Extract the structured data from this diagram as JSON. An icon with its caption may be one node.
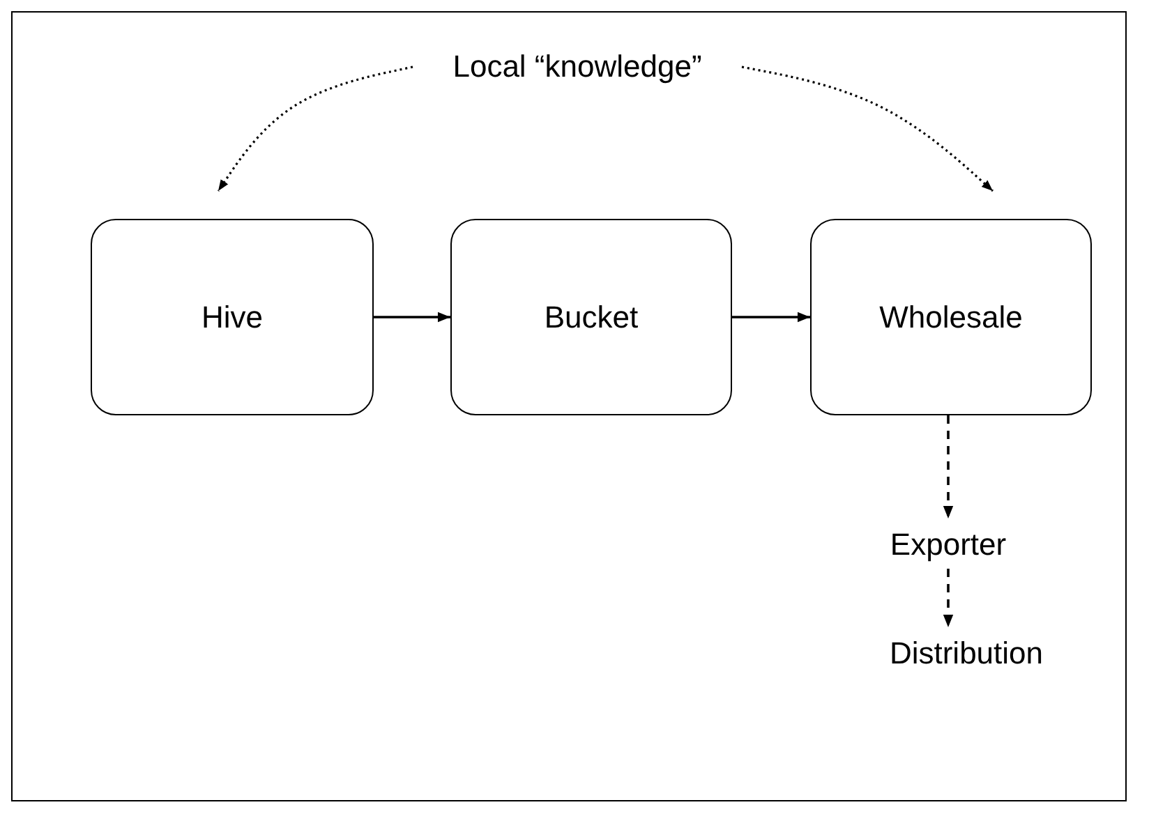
{
  "diagram": {
    "nodes": [
      {
        "text": [
          "Local “knowledge”"
        ]
      },
      {
        "text": [
          "Hive"
        ]
      },
      {
        "text": [
          "Bucket"
        ]
      },
      {
        "text": [
          "Wholesale"
        ]
      },
      {
        "text": [
          "Exporter"
        ]
      },
      {
        "text": [
          "Distribution"
        ]
      }
    ],
    "edges": [
      {
        "from": 0,
        "to": 1,
        "arrow": "to",
        "style": "dashed"
      },
      {
        "from": 0,
        "to": 3,
        "arrow": "to",
        "style": "dashed"
      },
      {
        "from": 1,
        "to": 2,
        "arrow": "to"
      },
      {
        "from": 2,
        "to": 3,
        "arrow": "to"
      },
      {
        "from": 3,
        "to": 4,
        "arrow": "to",
        "style": "dashed"
      },
      {
        "from": 4,
        "to": 5,
        "arrow": "to",
        "style": "dashed"
      }
    ]
  }
}
